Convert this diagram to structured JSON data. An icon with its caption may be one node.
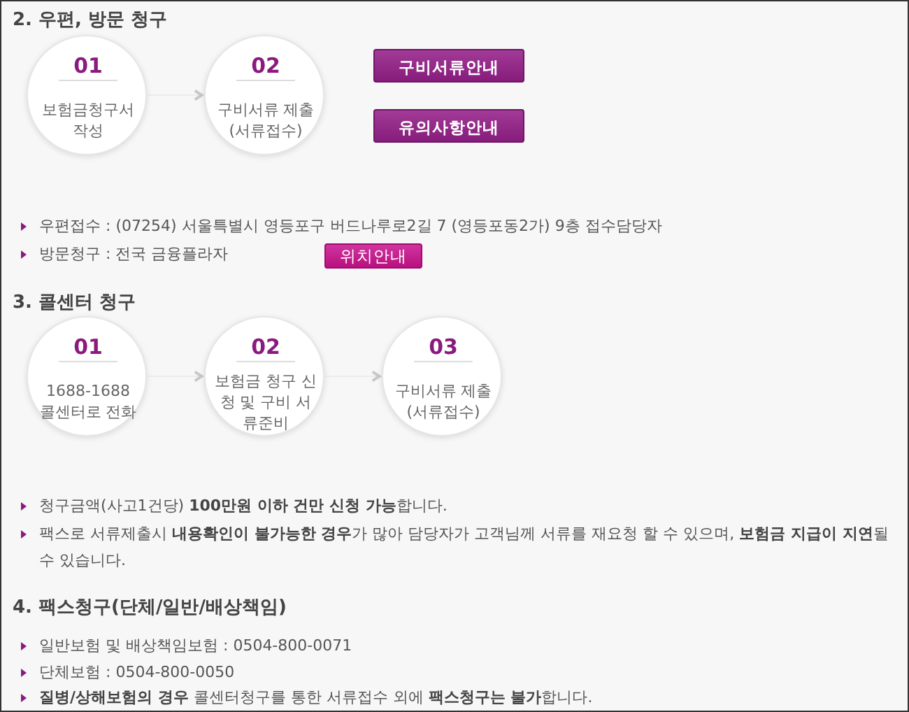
{
  "diagram": {
    "nodes": [
      {
        "text": [
          "01",
          "보험금청구서 작성"
        ]
      },
      {
        "text": [
          "02",
          "구비서류 제출(서류접수)"
        ]
      },
      {
        "text": [
          "구비서류안내"
        ]
      },
      {
        "text": [
          "유의사항안내"
        ]
      },
      {
        "text": [
          "위치안내"
        ]
      },
      {
        "text": [
          "01",
          "1688-1688 콜센터로 전화"
        ]
      },
      {
        "text": [
          "02",
          "보험금 청구 신청 및 구비 서류준비"
        ]
      },
      {
        "text": [
          "03",
          "구비서류 제출 (서류접수)"
        ]
      }
    ],
    "edges": [
      {
        "from": 0,
        "to": 1,
        "arrow": "to"
      },
      {
        "from": 5,
        "to": 6,
        "arrow": "to"
      },
      {
        "from": 6,
        "to": 7,
        "arrow": "to"
      }
    ],
    "labels": [
      "2. 우편, 방문 청구",
      "우편접수 : (07254) 서울특별시 영등포구 버드나루로2길 7 (영등포동2가) 9층 접수담당자",
      "방문청구 : 전국 금융플라자",
      "3. 콜센터 청구",
      "청구금액(사고1건당) **100만원 이하 건만 신청 가능**합니다.",
      "팩스로 서류제출시 **내용확인이 불가능한 경우**가 많아 담당자가 고객님께 서류를 재요청 할 수 있으며, **보험금 지급이 지연**될 수 있습니다.",
      "4. 팩스청구(단체/일반/배상책임)",
      "일반보험 및 배상책임보험 : 0504-800-0071",
      "단체보험 : 0504-800-0050",
      "**질병/상해보험의 경우** 콜센터청구를 통한 서류접수 외에 **팩스청구는 불가**합니다."
    ]
  }
}
